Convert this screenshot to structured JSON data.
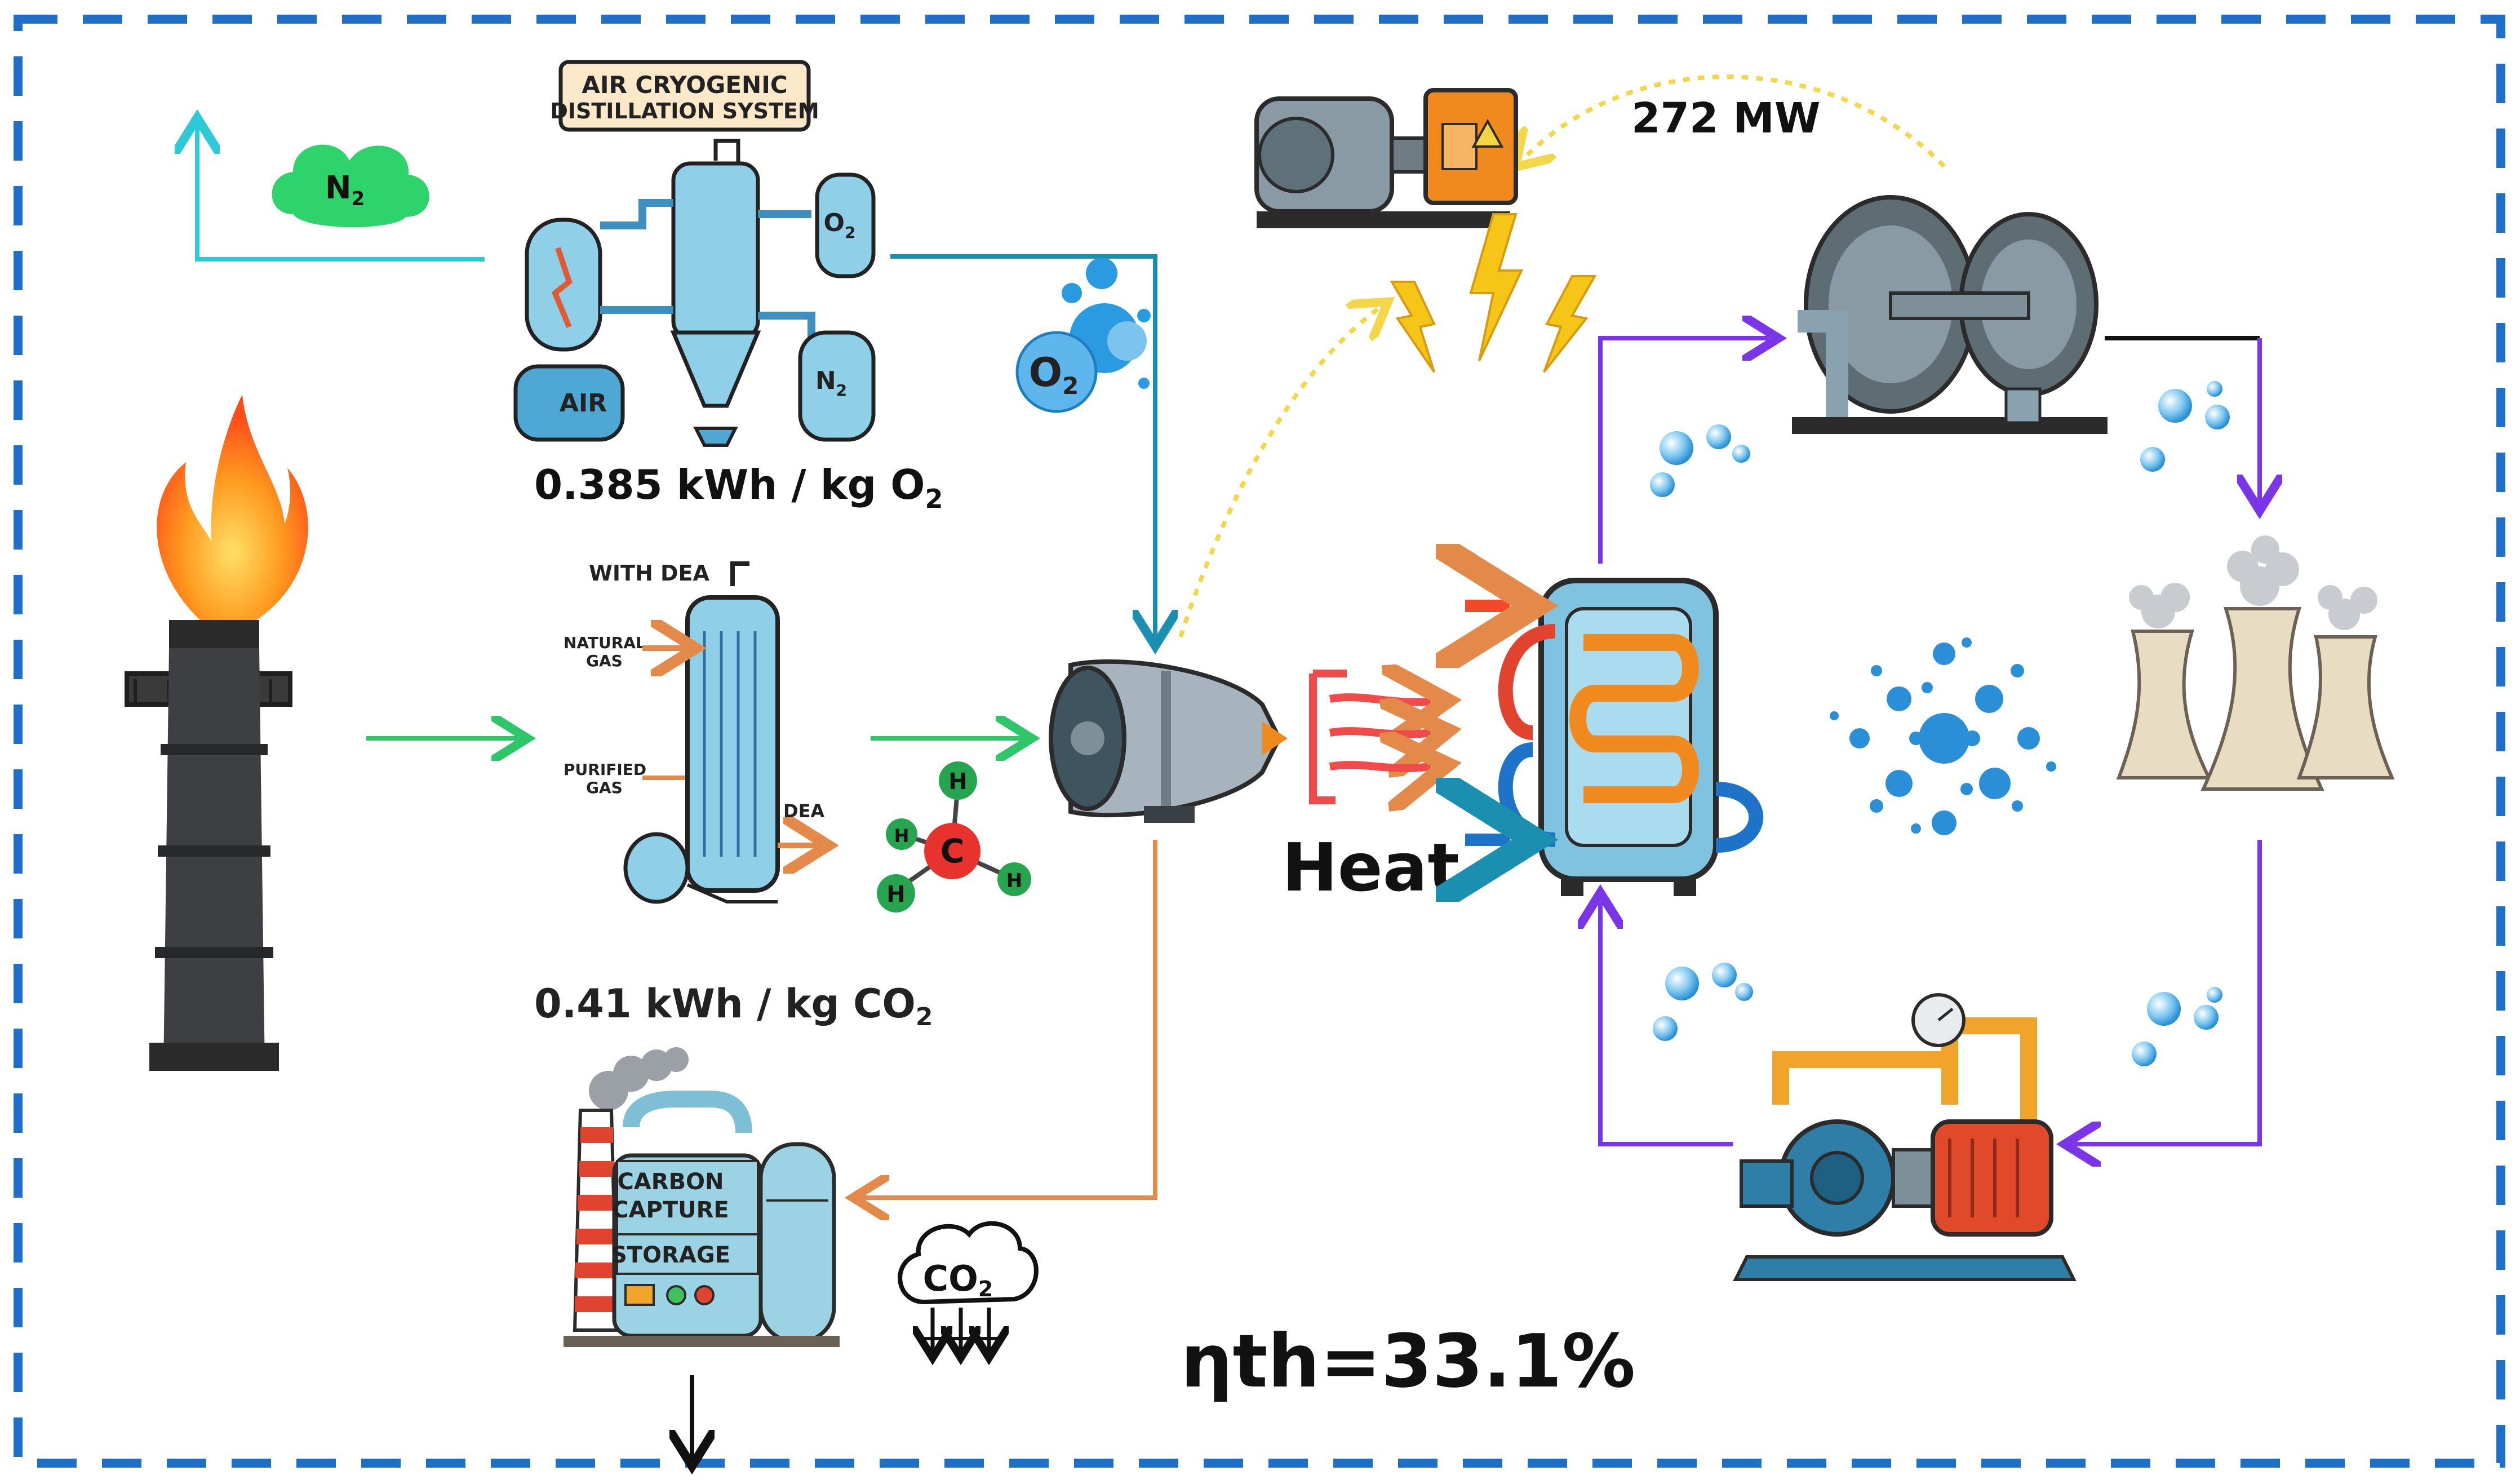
{
  "labels": {
    "air_system_title_line1": "AIR CRYOGENIC",
    "air_system_title_line2": "DISTILLATION SYSTEM",
    "air_unit": "AIR",
    "o2_tank": "O",
    "o2_tank_sub": "2",
    "n2_tank": "N",
    "n2_tank_sub": "2",
    "n2_cloud": "N",
    "n2_cloud_sub": "2",
    "o2_bubble": "O",
    "o2_bubble_sub": "2",
    "air_energy": "0.385 kWh / kg O",
    "air_energy_sub": "2",
    "dea_title": "WITH DEA",
    "dea_natural_gas_line1": "NATURAL",
    "dea_natural_gas_line2": "GAS",
    "dea_purified_gas_line1": "PURIFIED",
    "dea_purified_gas_line2": "GAS",
    "dea_out": "DEA",
    "dea_energy": "0.41 kWh / kg CO",
    "dea_energy_sub": "2",
    "methane_h": "H",
    "methane_c": "C",
    "heat": "Heat",
    "power_output": "272 MW",
    "ccs_line1": "CARBON",
    "ccs_line2": "CAPTURE",
    "ccs_line3": "STORAGE",
    "co2_icon_text": "CO",
    "co2_icon_sub": "2",
    "efficiency": "ηth=33.1%"
  },
  "colors": {
    "border": "#1f6fc9",
    "n2_line": "#2ec9d6",
    "o2_line": "#1a8fb0",
    "gas_line": "#2fc66a",
    "co2_line": "#e38a4a",
    "power_dash": "#f3d64a",
    "steam_loop": "#7a35e6",
    "turbine_out": "#111111",
    "heat_arrow": "#f04a4a"
  }
}
